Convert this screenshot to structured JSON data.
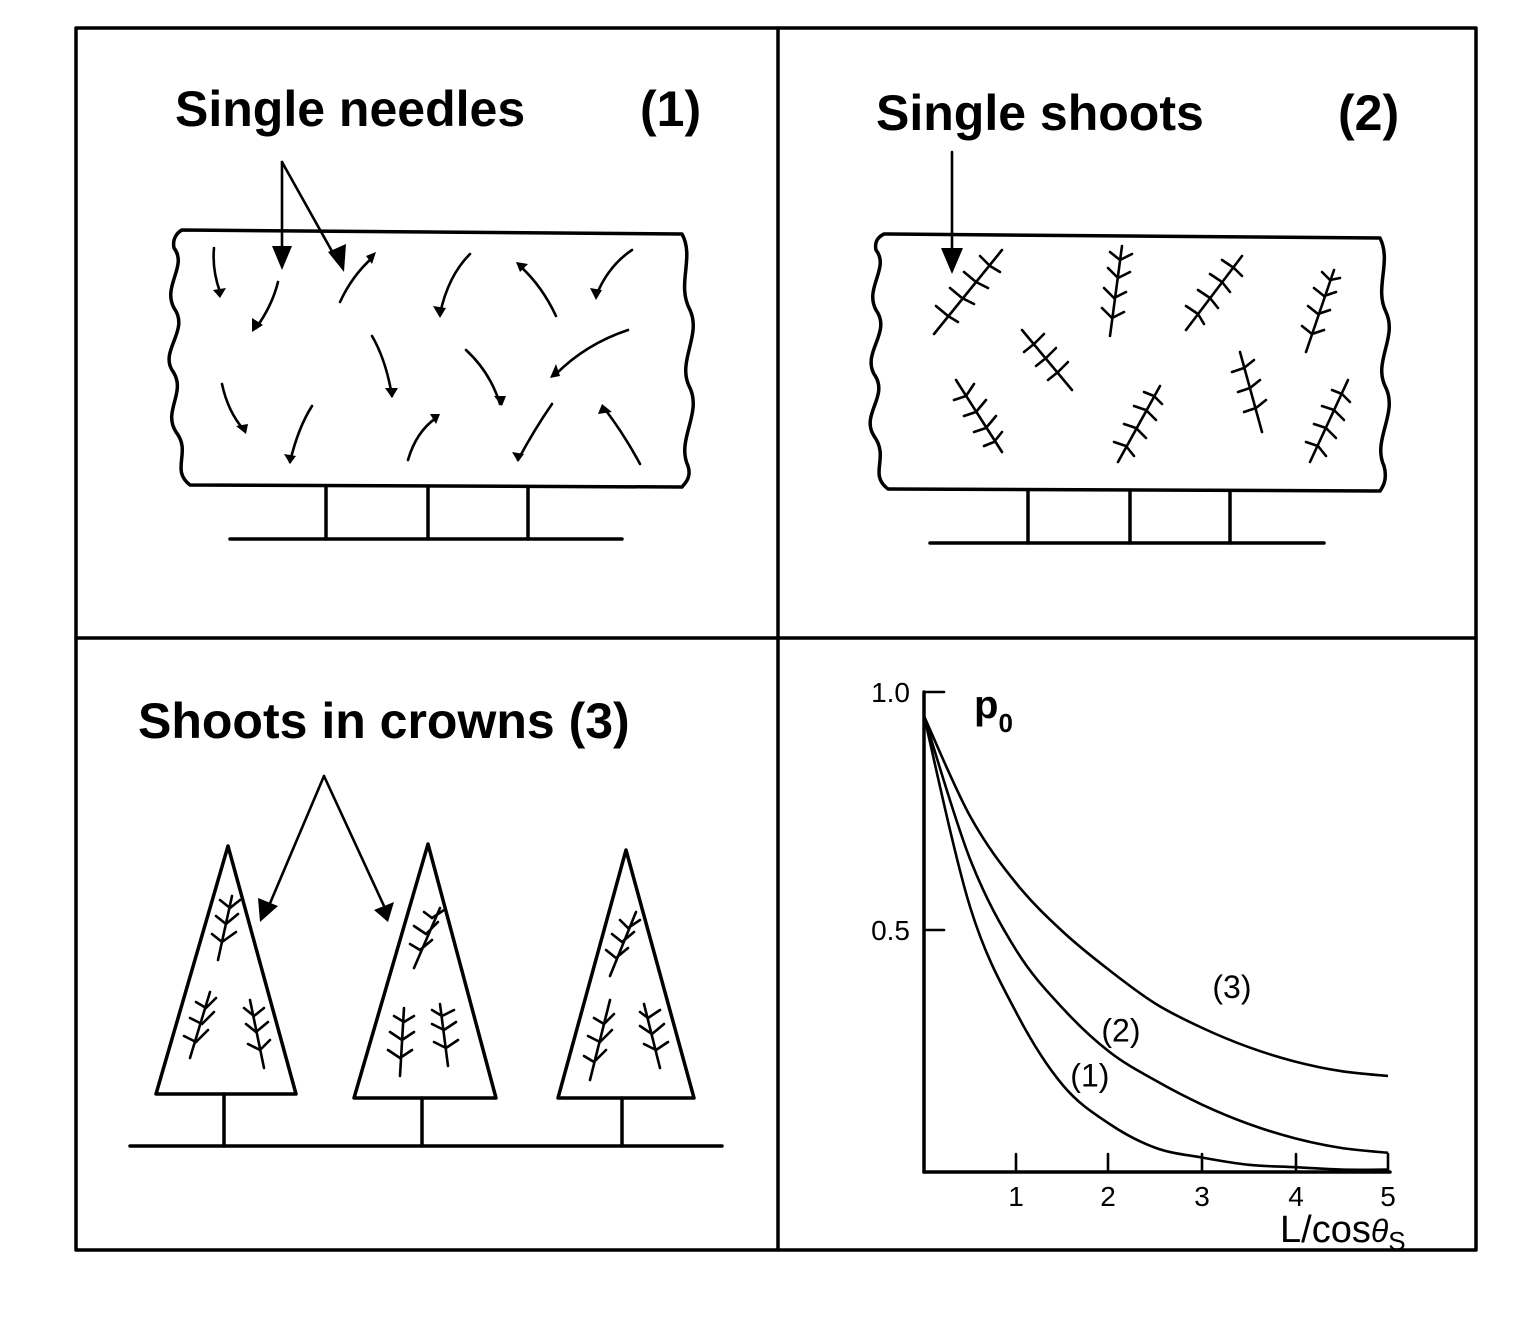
{
  "panels": [
    {
      "title": "Single needles",
      "tag": "(1)"
    },
    {
      "title": "Single shoots",
      "tag": "(2)"
    },
    {
      "title": "Shoots in crowns (3)"
    }
  ],
  "chart_data": {
    "type": "line",
    "ylabel_main": "p",
    "ylabel_sub": "0",
    "xlabel_main": "L/cos",
    "xlabel_theta": "θ",
    "xlabel_sub": "S",
    "xlim": [
      0,
      5
    ],
    "ylim": [
      0,
      1
    ],
    "x_ticks": [
      "1",
      "2",
      "3",
      "4",
      "5"
    ],
    "y_ticks": [
      "1.0",
      "0.5"
    ],
    "x": [
      0,
      0.5,
      1,
      1.5,
      2,
      2.5,
      3,
      3.5,
      4,
      4.5,
      5
    ],
    "series": [
      {
        "name": "(1)",
        "values": [
          0.95,
          0.55,
          0.33,
          0.18,
          0.1,
          0.05,
          0.03,
          0.015,
          0.01,
          0.005,
          0.005
        ]
      },
      {
        "name": "(2)",
        "values": [
          0.95,
          0.65,
          0.46,
          0.34,
          0.25,
          0.19,
          0.14,
          0.1,
          0.07,
          0.05,
          0.04
        ]
      },
      {
        "name": "(3)",
        "values": [
          0.95,
          0.74,
          0.6,
          0.5,
          0.42,
          0.35,
          0.3,
          0.26,
          0.23,
          0.21,
          0.2
        ]
      }
    ]
  }
}
